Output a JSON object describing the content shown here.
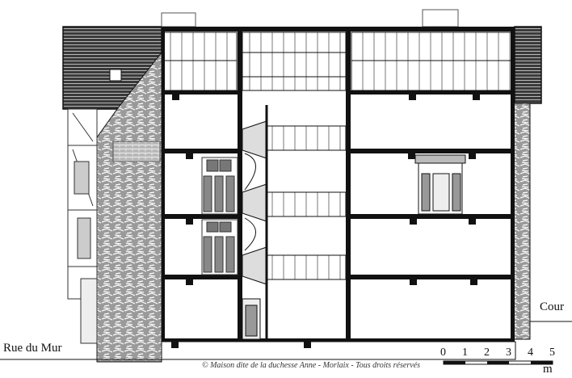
{
  "labels": {
    "street": "Rue du Mur",
    "courtyard": "Cour"
  },
  "credit": "© Maison dite de la duchesse Anne - Morlaix - Tous droits réservés",
  "scale_bar": {
    "ticks": [
      "0",
      "1",
      "2",
      "3",
      "4",
      "5"
    ],
    "unit": "m"
  },
  "colors": {
    "ink": "#111111",
    "roof": "#2a2a2a",
    "stone": "#7a7a7a",
    "background": "#ffffff"
  }
}
